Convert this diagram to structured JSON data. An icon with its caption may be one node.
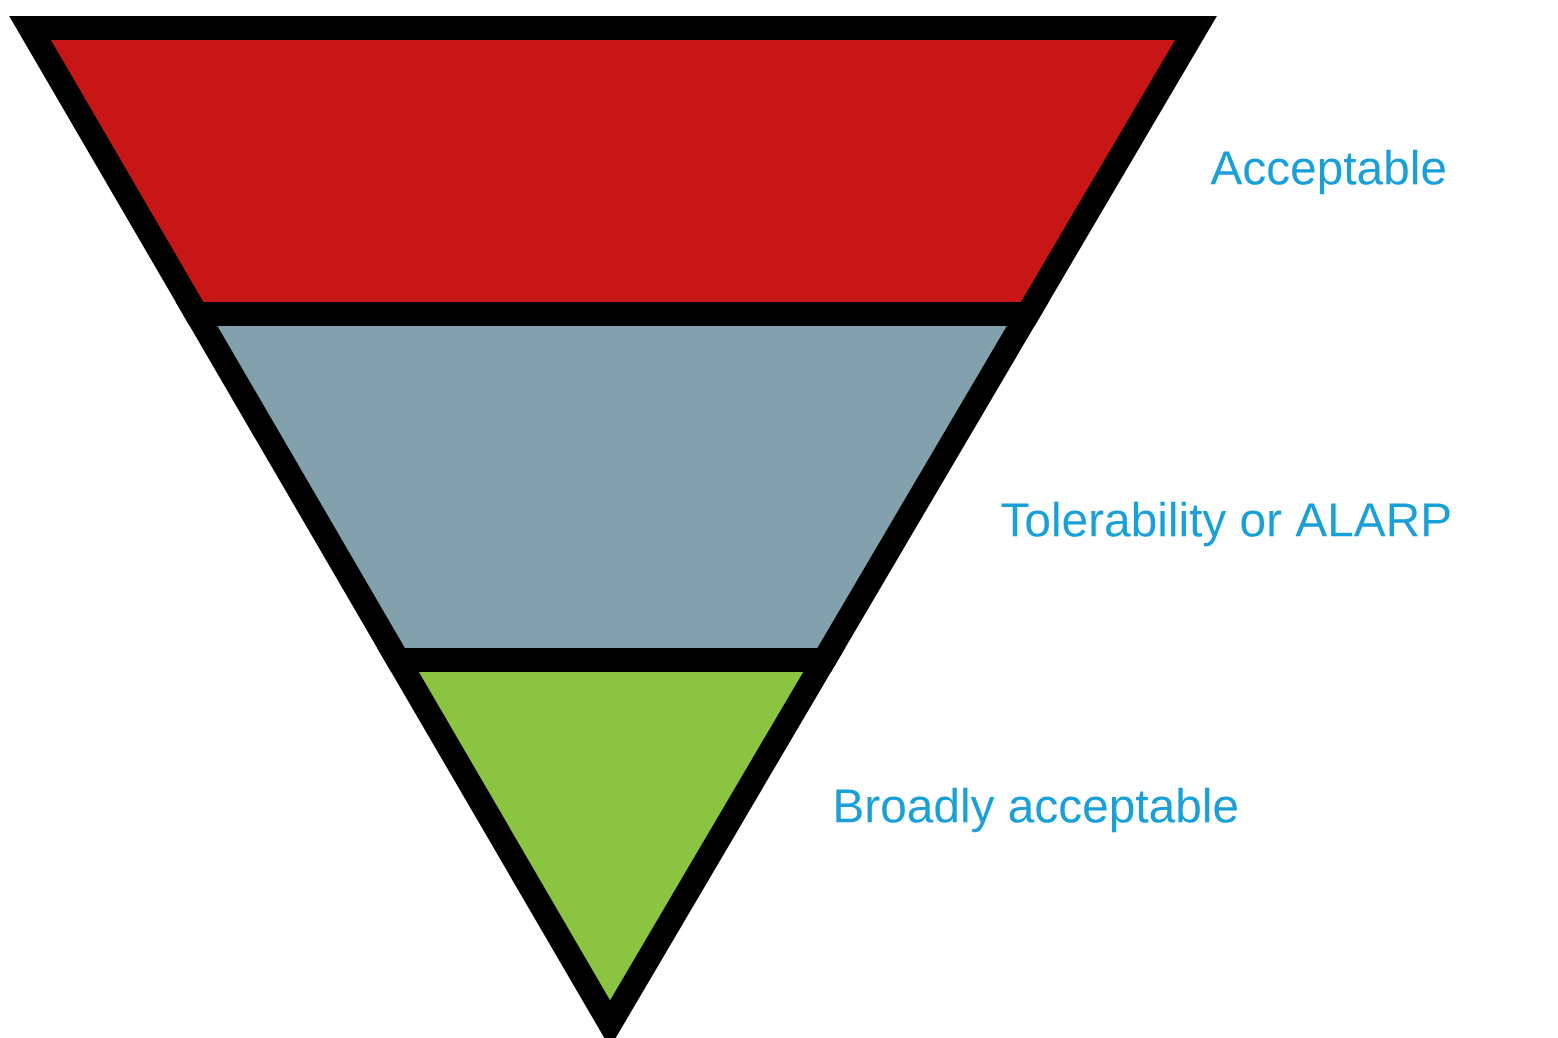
{
  "diagram": {
    "nodes": [
      {
        "text": [],
        "shape": "band",
        "beside": [
          "Acceptable"
        ]
      },
      {
        "text": [],
        "shape": "band",
        "beside": [
          "Tolerability or ALARP"
        ]
      },
      {
        "text": [],
        "shape": "triangle",
        "beside": [
          "Broadly acceptable"
        ]
      }
    ]
  }
}
